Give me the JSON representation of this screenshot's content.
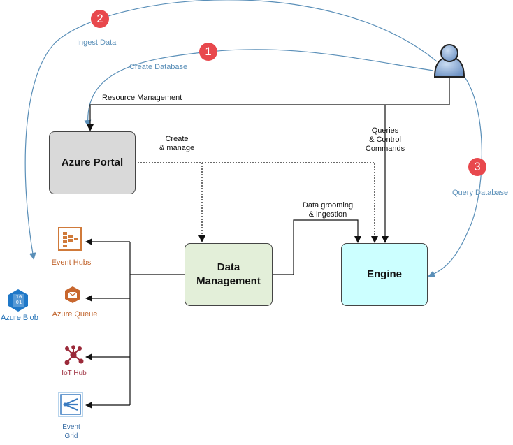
{
  "steps": {
    "step1": {
      "number": "1",
      "label": "Create Database"
    },
    "step2": {
      "number": "2",
      "label": "Ingest Data"
    },
    "step3": {
      "number": "3",
      "label": "Query Database"
    }
  },
  "edges": {
    "resource_management": "Resource Management",
    "create_manage_line1": "Create",
    "create_manage_line2": "& manage",
    "queries_line1": "Queries",
    "queries_line2": "& Control",
    "queries_line3": "Commands",
    "grooming_line1": "Data grooming",
    "grooming_line2": "& ingestion"
  },
  "nodes": {
    "azure_portal": "Azure Portal",
    "data_management_line1": "Data",
    "data_management_line2": "Management",
    "engine": "Engine"
  },
  "sources": {
    "event_hubs": "Event Hubs",
    "azure_queue": "Azure Queue",
    "iot_hub": "IoT Hub",
    "event_grid_line1": "Event",
    "event_grid_line2": "Grid",
    "azure_blob": "Azure Blob",
    "azure_blob_glyph_line1": "10",
    "azure_blob_glyph_line2": "01"
  },
  "colors": {
    "portal_fill": "#d9d9d9",
    "data_management_fill": "#e3efd9",
    "engine_fill": "#ccffff",
    "badge_red": "#e8484d",
    "flow_blue": "#5a8fb8"
  }
}
